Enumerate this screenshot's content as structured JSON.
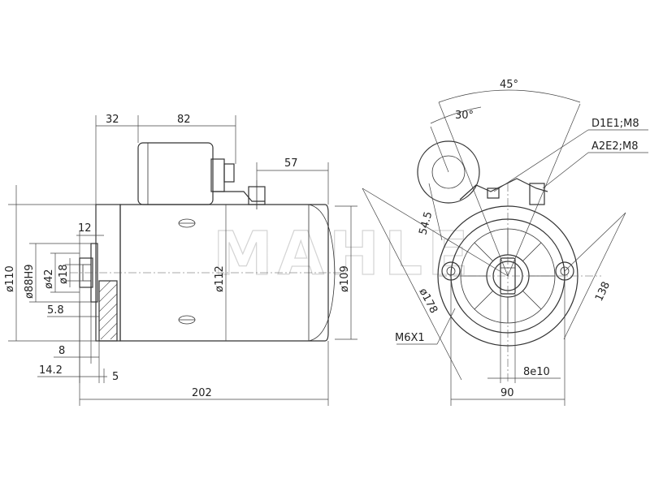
{
  "watermark": "MAHLE",
  "side_view": {
    "dims": {
      "d32": "32",
      "d82": "82",
      "d57": "57",
      "d12": "12",
      "d5_8": "5.8",
      "d8": "8",
      "d14_2": "14.2",
      "d5": "5",
      "d202": "202",
      "dia110": "ø110",
      "dia88h9": "ø88H9",
      "dia42": "ø42",
      "dia18": "ø18",
      "dia112": "ø112",
      "dia109": "ø109"
    }
  },
  "end_view": {
    "dims": {
      "a45": "45°",
      "a30": "30°",
      "term1": "D1E1;M8",
      "term2": "A2E2;M8",
      "d54_5": "54.5",
      "dia178": "ø178",
      "d138": "138",
      "m6x1": "M6X1",
      "d8e10": "8e10",
      "d90": "90"
    }
  }
}
